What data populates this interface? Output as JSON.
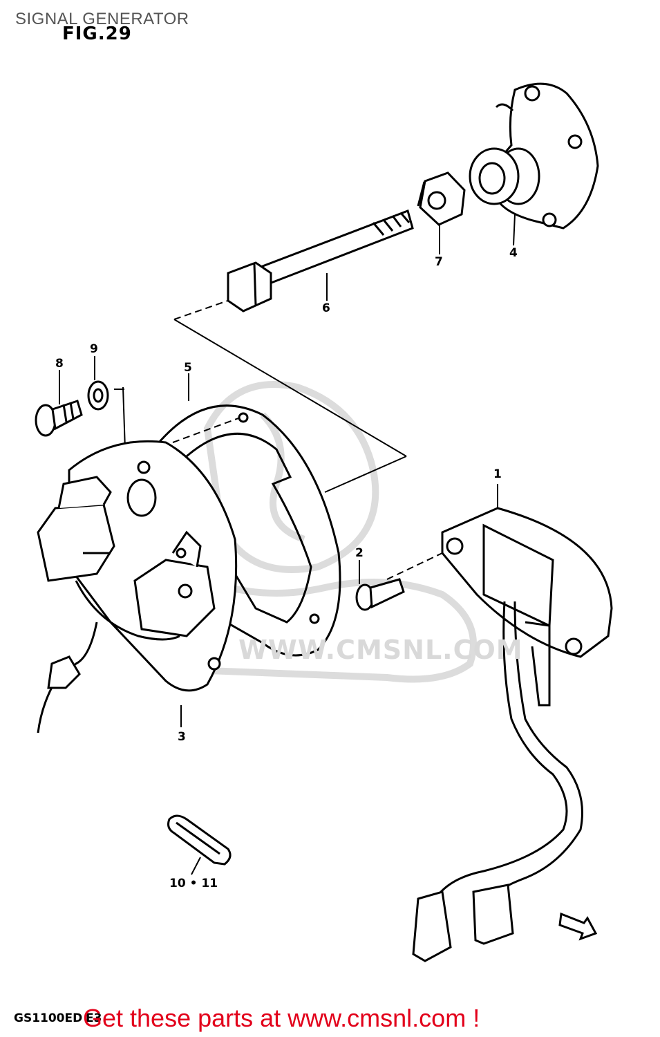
{
  "header": {
    "title": "SIGNAL GENERATOR",
    "figure": "FIG.29"
  },
  "footer": {
    "model": "GS1100ED",
    "region": "E3",
    "link": "Get these parts at www.cmsnl.com !"
  },
  "watermark": {
    "text": "WWW.CMSNL.COM"
  },
  "callouts": [
    {
      "id": "1",
      "label": "1"
    },
    {
      "id": "2",
      "label": "2"
    },
    {
      "id": "3",
      "label": "3"
    },
    {
      "id": "4",
      "label": "4"
    },
    {
      "id": "5",
      "label": "5"
    },
    {
      "id": "6",
      "label": "6"
    },
    {
      "id": "7",
      "label": "7"
    },
    {
      "id": "8",
      "label": "8"
    },
    {
      "id": "9",
      "label": "9"
    },
    {
      "id": "10-11",
      "label": "10 • 11"
    }
  ],
  "colors": {
    "ink": "#000000",
    "link": "#e2001a",
    "watermark": "#d9d9d9"
  }
}
